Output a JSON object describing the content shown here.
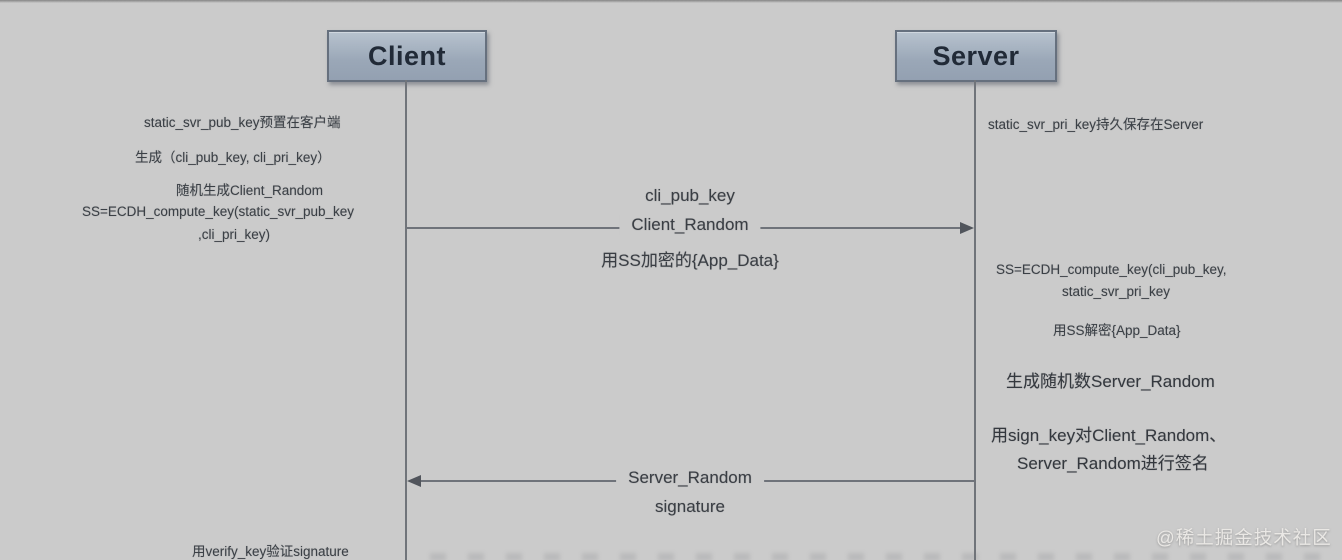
{
  "actors": {
    "client": {
      "label": "Client"
    },
    "server": {
      "label": "Server"
    }
  },
  "client_notes": {
    "preset": "static_svr_pub_key预置在客户端",
    "generate_keys": "生成（cli_pub_key, cli_pri_key）",
    "random": "随机生成Client_Random",
    "compute_line1": "SS=ECDH_compute_key(static_svr_pub_key",
    "compute_line2": ",cli_pri_key)",
    "verify": "用verify_key验证signature"
  },
  "server_notes": {
    "persist": "static_svr_pri_key持久保存在Server",
    "compute_line1": "SS=ECDH_compute_key(cli_pub_key,",
    "compute_line2": "static_svr_pri_key",
    "decrypt": "用SS解密{App_Data}",
    "random": "生成随机数Server_Random",
    "sign_line1": "用sign_key对Client_Random、",
    "sign_line2": "Server_Random进行签名"
  },
  "messages": {
    "client_to_server": {
      "line1": "cli_pub_key",
      "line2": "Client_Random",
      "line3": "用SS加密的{App_Data}"
    },
    "server_to_client": {
      "line1": "Server_Random",
      "line2": "signature"
    }
  },
  "watermark": {
    "text": "@稀土掘金技术社区"
  },
  "colors": {
    "background": "#cbcbcb",
    "line": "#6f737a",
    "text": "#3b4046",
    "actor_fill": "#9aa7b7",
    "actor_border": "#66707e",
    "watermark": "#eae8e5"
  }
}
